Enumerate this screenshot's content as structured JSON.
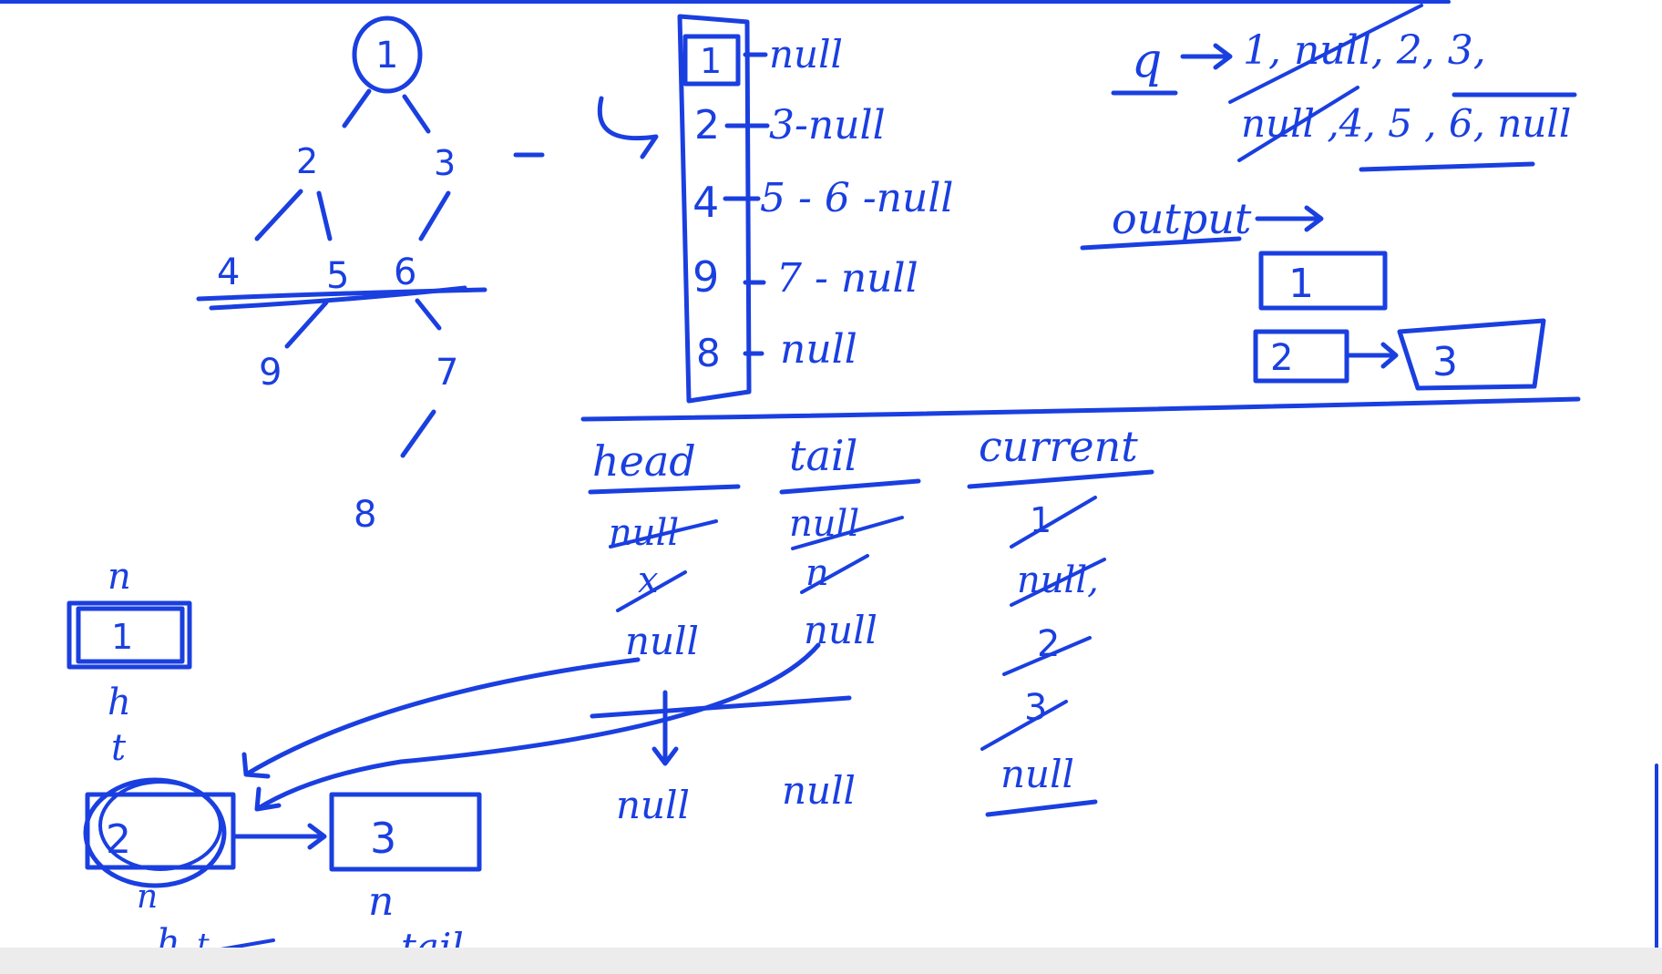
{
  "tree": {
    "nodes": [
      "1",
      "2",
      "3",
      "4",
      "5",
      "6",
      "9",
      "7",
      "8"
    ]
  },
  "level_list": {
    "rows": [
      {
        "key": "1",
        "value": "null"
      },
      {
        "key": "2",
        "value": "3-null"
      },
      {
        "key": "4",
        "value": "5 - 6 -null"
      },
      {
        "key": "9",
        "value": "7 - null"
      },
      {
        "key": "8",
        "value": "null"
      }
    ]
  },
  "queue": {
    "label": "q",
    "line1": "1, null, 2, 3,",
    "line2": "null ,4, 5 , 6, null"
  },
  "output": {
    "label": "output",
    "box1": "1",
    "box2": "2",
    "box3": "3"
  },
  "trace_table": {
    "headers": [
      "head",
      "tail",
      "current"
    ],
    "head_values": [
      "null",
      "x",
      "null",
      "null"
    ],
    "tail_values": [
      "null",
      "n",
      "null",
      "null"
    ],
    "current_values": [
      "1",
      "null,",
      "2",
      "3",
      "null"
    ]
  },
  "node_demo": {
    "top_label": "n",
    "top_box": "1",
    "h_label": "h",
    "t_label": "t",
    "circle_box": "2",
    "next_box": "3",
    "n_label_left": "n",
    "n_label_right": "n",
    "bottom_h": "h",
    "bottom_t": "t",
    "tail_label": "tail"
  },
  "ink_color": "#1a3fe0"
}
